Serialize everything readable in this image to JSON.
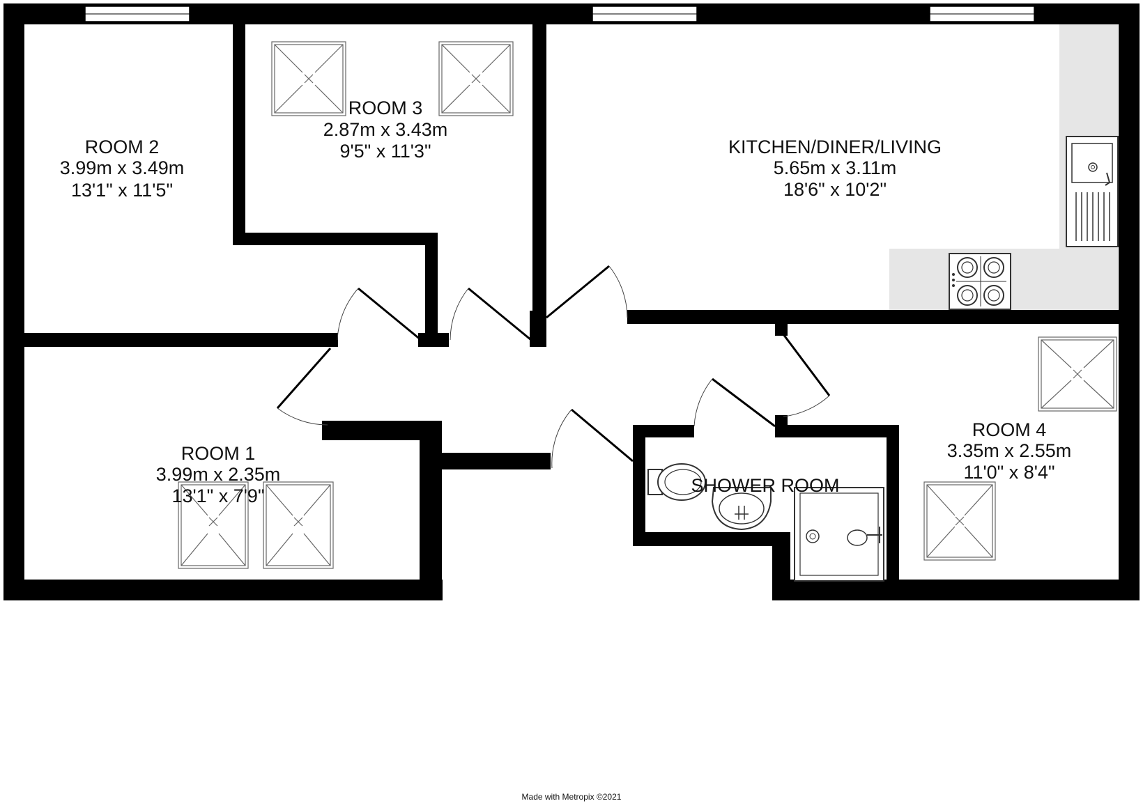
{
  "rooms": [
    {
      "name": "ROOM 2",
      "metric": "3.99m  x 3.49m",
      "imperial": "13'1\"  x 11'5\""
    },
    {
      "name": "ROOM 3",
      "metric": "2.87m  x 3.43m",
      "imperial": "9'5\"  x 11'3\""
    },
    {
      "name": "KITCHEN/DINER/LIVING",
      "metric": "5.65m  x 3.11m",
      "imperial": "18'6\"  x 10'2\""
    },
    {
      "name": "ROOM 1",
      "metric": "3.99m  x 2.35m",
      "imperial": "13'1\"  x 7'9\""
    },
    {
      "name": "SHOWER ROOM"
    },
    {
      "name": "ROOM 4",
      "metric": "3.35m  x 2.55m",
      "imperial": "11'0\"  x 8'4\""
    }
  ],
  "credit": "Made with Metropix ©2021"
}
